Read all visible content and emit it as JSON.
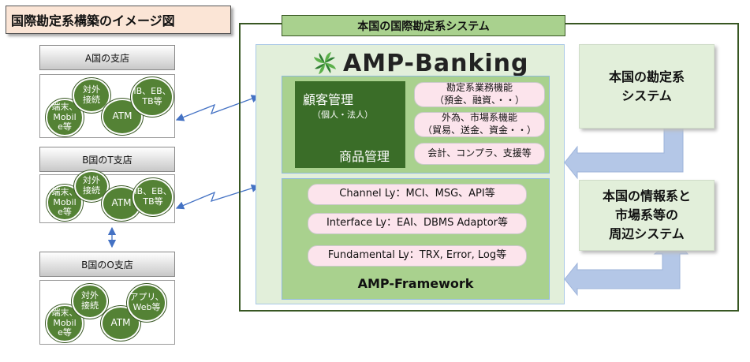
{
  "page_title": "国際勘定系構築のイメージ図",
  "branches": [
    {
      "header": "A国の支店",
      "circles": [
        {
          "id": "terminal",
          "label": "端末、\nMobil\ne等"
        },
        {
          "id": "external",
          "label": "対外\n接続"
        },
        {
          "id": "atm",
          "label": "ATM"
        },
        {
          "id": "ibeb",
          "label": "IB、EB、\nTB等"
        }
      ]
    },
    {
      "header": "B国のT支店",
      "circles": [
        {
          "id": "terminal",
          "label": "端末、\nMobil\ne等"
        },
        {
          "id": "external",
          "label": "対外\n接続"
        },
        {
          "id": "atm",
          "label": "ATM"
        },
        {
          "id": "ibeb",
          "label": "IB、EB、\nTB等"
        }
      ]
    },
    {
      "header": "B国のO支店",
      "circles": [
        {
          "id": "terminal",
          "label": "端末、\nMobil\ne等"
        },
        {
          "id": "external",
          "label": "対外\n接続"
        },
        {
          "id": "atm",
          "label": "ATM"
        },
        {
          "id": "app",
          "label": "アプリ、\nWeb等"
        }
      ]
    }
  ],
  "system": {
    "title": "本国の国際勘定系システム",
    "amp_banking": {
      "logo_text": "AMP-Banking",
      "customer_mgmt": "顧客管理",
      "customer_sub": "（個人・法人）",
      "product_mgmt": "商品管理",
      "functions": [
        "勘定系業務機能\n（預金、融資、・・）",
        "外為、市場系機能\n（貿易、送金、資金・・）",
        "会計、コンプラ、支援等"
      ]
    },
    "framework": {
      "layers": [
        "Channel Ly：MCI、MSG、API等",
        "Interface Ly：EAI、DBMS Adaptor等",
        "Fundamental Ly：TRX, Error, Log等"
      ],
      "title": "AMP-Framework"
    }
  },
  "side_systems": [
    "本国の勘定系\nシステム",
    "本国の情報系と\n市場系等の\n周辺システム"
  ],
  "colors": {
    "dark_green": "#548235",
    "light_green": "#a9d18e",
    "pale_green": "#e2efda",
    "arrow_blue": "#b4c7e7",
    "pill_pink": "#fce4ec",
    "title_peach": "#fbe5d6"
  }
}
